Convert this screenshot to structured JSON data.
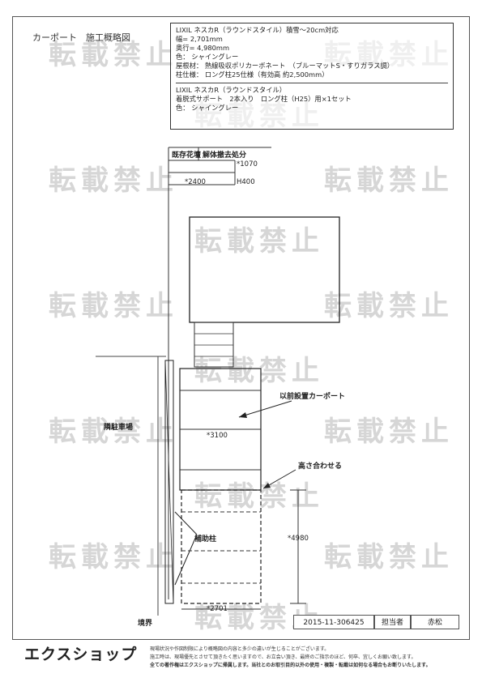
{
  "title": "カーポート　施工概略図",
  "spec": {
    "section1": [
      "LIXIL ネスカR（ラウンドスタイル）積雪～20cm対応",
      "幅= 2,701mm",
      "奥行= 4,980mm",
      "色： シャイングレー",
      "屋根材： 熱線吸収ポリカーボネート　（ブルーマットS・すりガラス調）",
      "柱仕様： ロング柱25仕様（有効高 約2,500mm）"
    ],
    "section2": [
      "LIXIL ネスカR（ラウンドスタイル）",
      "着脱式サポート　2本入り　ロング柱（H25）用×1セット",
      "色： シャイングレー"
    ]
  },
  "labels": {
    "existing_bed": "既存花壇",
    "dismantle": "解体撤去処分",
    "dim_1070": "*1070",
    "dim_2400": "*2400",
    "h400": "H400",
    "prev_carport": "以前設置カーポート",
    "dim_3100": "*3100",
    "neighbor_parking": "隣駐車場",
    "match_height": "高さ合わせる",
    "support_post": "補助柱",
    "dim_4980": "*4980",
    "boundary": "境界",
    "dim_2701": "*2701"
  },
  "watermark_text": "転載禁止",
  "footer": {
    "code": "2015-11-306425",
    "staff_label": "担当者",
    "staff_name": "赤松",
    "logo": "エクスショップ",
    "notes": [
      "現場状況や作図制限により概略図の内容と多少の違いが生じることがございます。",
      "施工時は、現場優先とさせて頂きたく思いますので、お立会い頂き、最終のご指示のほど、何卒、宜しくお願い致します。",
      "全ての著作権はエクスショップに帰属します。当社とのお取引目的以外の使用・複製・転載は如何なる場合もお断りいたします。"
    ]
  }
}
